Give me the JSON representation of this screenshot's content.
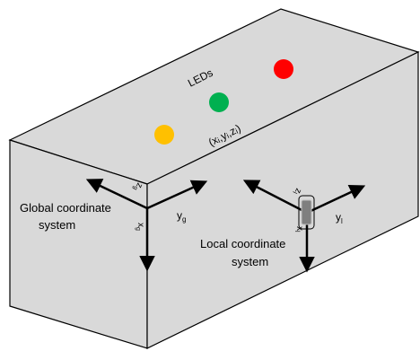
{
  "colors": {
    "box_face": "#d9d9d9",
    "box_edge": "#000000",
    "axis": "#000000",
    "led_red": "#ff0000",
    "led_green": "#00b050",
    "led_yellow": "#ffc000",
    "sensor_body": "#7f7f7f",
    "sensor_outline": "#bfbfbf"
  },
  "labels": {
    "leds": "LEDs",
    "led_position": "(xᵢ,yᵢ,zᵢ)",
    "global_system": [
      "Global coordinate",
      "system"
    ],
    "local_system": [
      "Local coordinate",
      "system"
    ],
    "global_axes": {
      "x": "xg",
      "y": "yg",
      "z": "zg"
    },
    "local_axes": {
      "x": "xl",
      "y": "yl",
      "z": "zl"
    }
  },
  "leds": [
    {
      "name": "led-red",
      "color": "#ff0000"
    },
    {
      "name": "led-green",
      "color": "#00b050"
    },
    {
      "name": "led-yellow",
      "color": "#ffc000"
    }
  ]
}
